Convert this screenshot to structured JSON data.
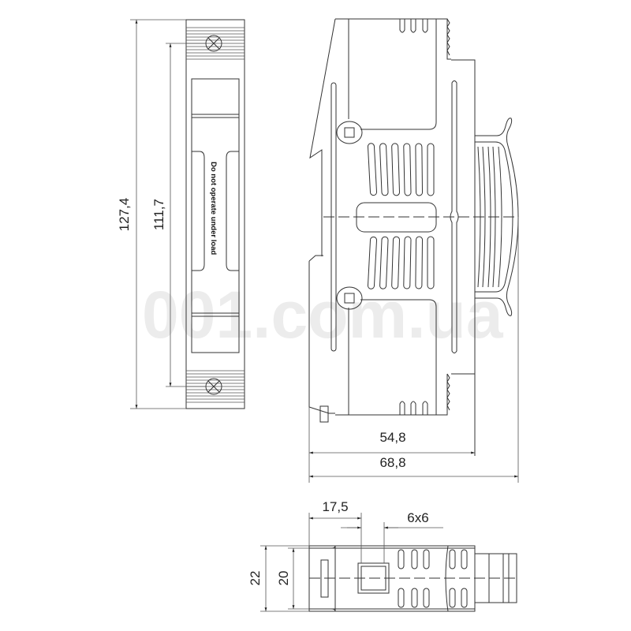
{
  "front_view": {
    "label_text": "Do not operate under load",
    "dim_overall_height": "127,4",
    "dim_screw_pitch": "111,7"
  },
  "side_view": {
    "dim_body_depth": "54,8",
    "dim_total_depth": "68,8"
  },
  "bottom_view": {
    "dim_screw_offset": "17,5",
    "dim_square_drive": "6x6",
    "dim_outer_width": "22",
    "dim_inner_width": "20"
  },
  "watermark": "001.com.ua",
  "colors": {
    "line": "#333333",
    "watermark": "#ececec"
  }
}
